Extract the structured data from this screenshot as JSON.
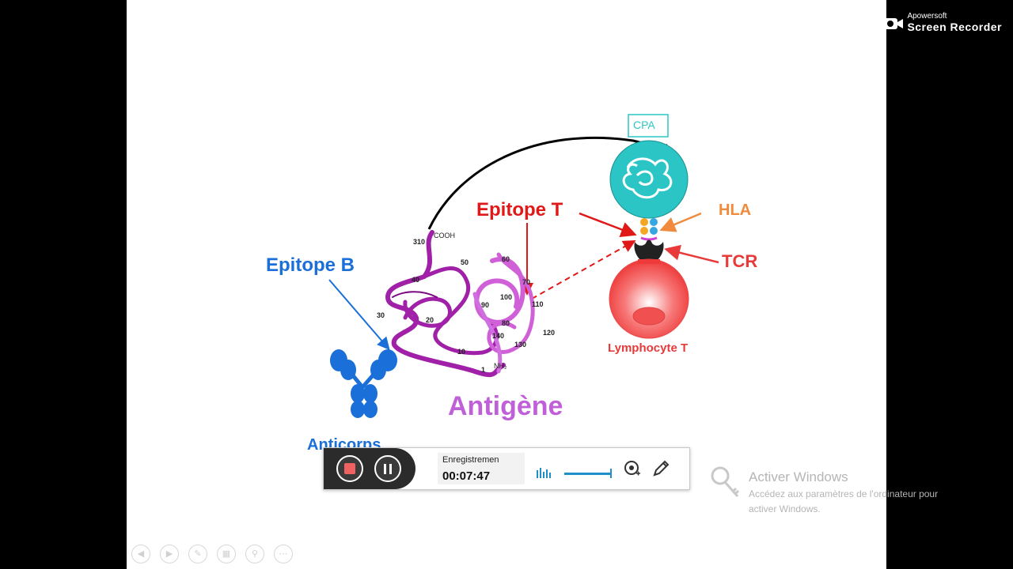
{
  "diagram": {
    "epitope_b": "Epitope B",
    "epitope_t": "Epitope T",
    "cpa": "CPA",
    "hla": "HLA",
    "tcr": "TCR",
    "lymphocyte": "Lymphocyte T",
    "antigene": "Antigène",
    "anticorps": "Anticorps",
    "cooh": "COOH",
    "nh2": "NH₂",
    "residues": [
      "310",
      "50",
      "60",
      "40",
      "70",
      "100",
      "110",
      "90",
      "30",
      "80",
      "20",
      "140",
      "120",
      "130",
      "10",
      "1"
    ]
  },
  "colors": {
    "epitope_b": "#1a6fd8",
    "epitope_t": "#e01818",
    "hla": "#f08a3c",
    "tcr": "#e83a3a",
    "cpa": "#2cc5c5",
    "antigene": "#c060d8",
    "protein": "#a020a8"
  },
  "watermark": {
    "brand": "Apowersoft",
    "product": "Screen Recorder"
  },
  "recorder": {
    "status_label": "Enregistremen",
    "timer": "00:07:47",
    "stop_icon": "stop-icon",
    "pause_icon": "pause-icon",
    "webcam_icon": "webcam-icon",
    "pen_icon": "pen-icon"
  },
  "activation": {
    "title": "Activer Windows",
    "line1": "Accédez aux paramètres de l'ordinateur pour",
    "line2": "activer Windows."
  },
  "slide_nav": {
    "icons": [
      "prev-icon",
      "next-icon",
      "pen-icon",
      "slides-icon",
      "zoom-icon",
      "more-icon"
    ]
  }
}
